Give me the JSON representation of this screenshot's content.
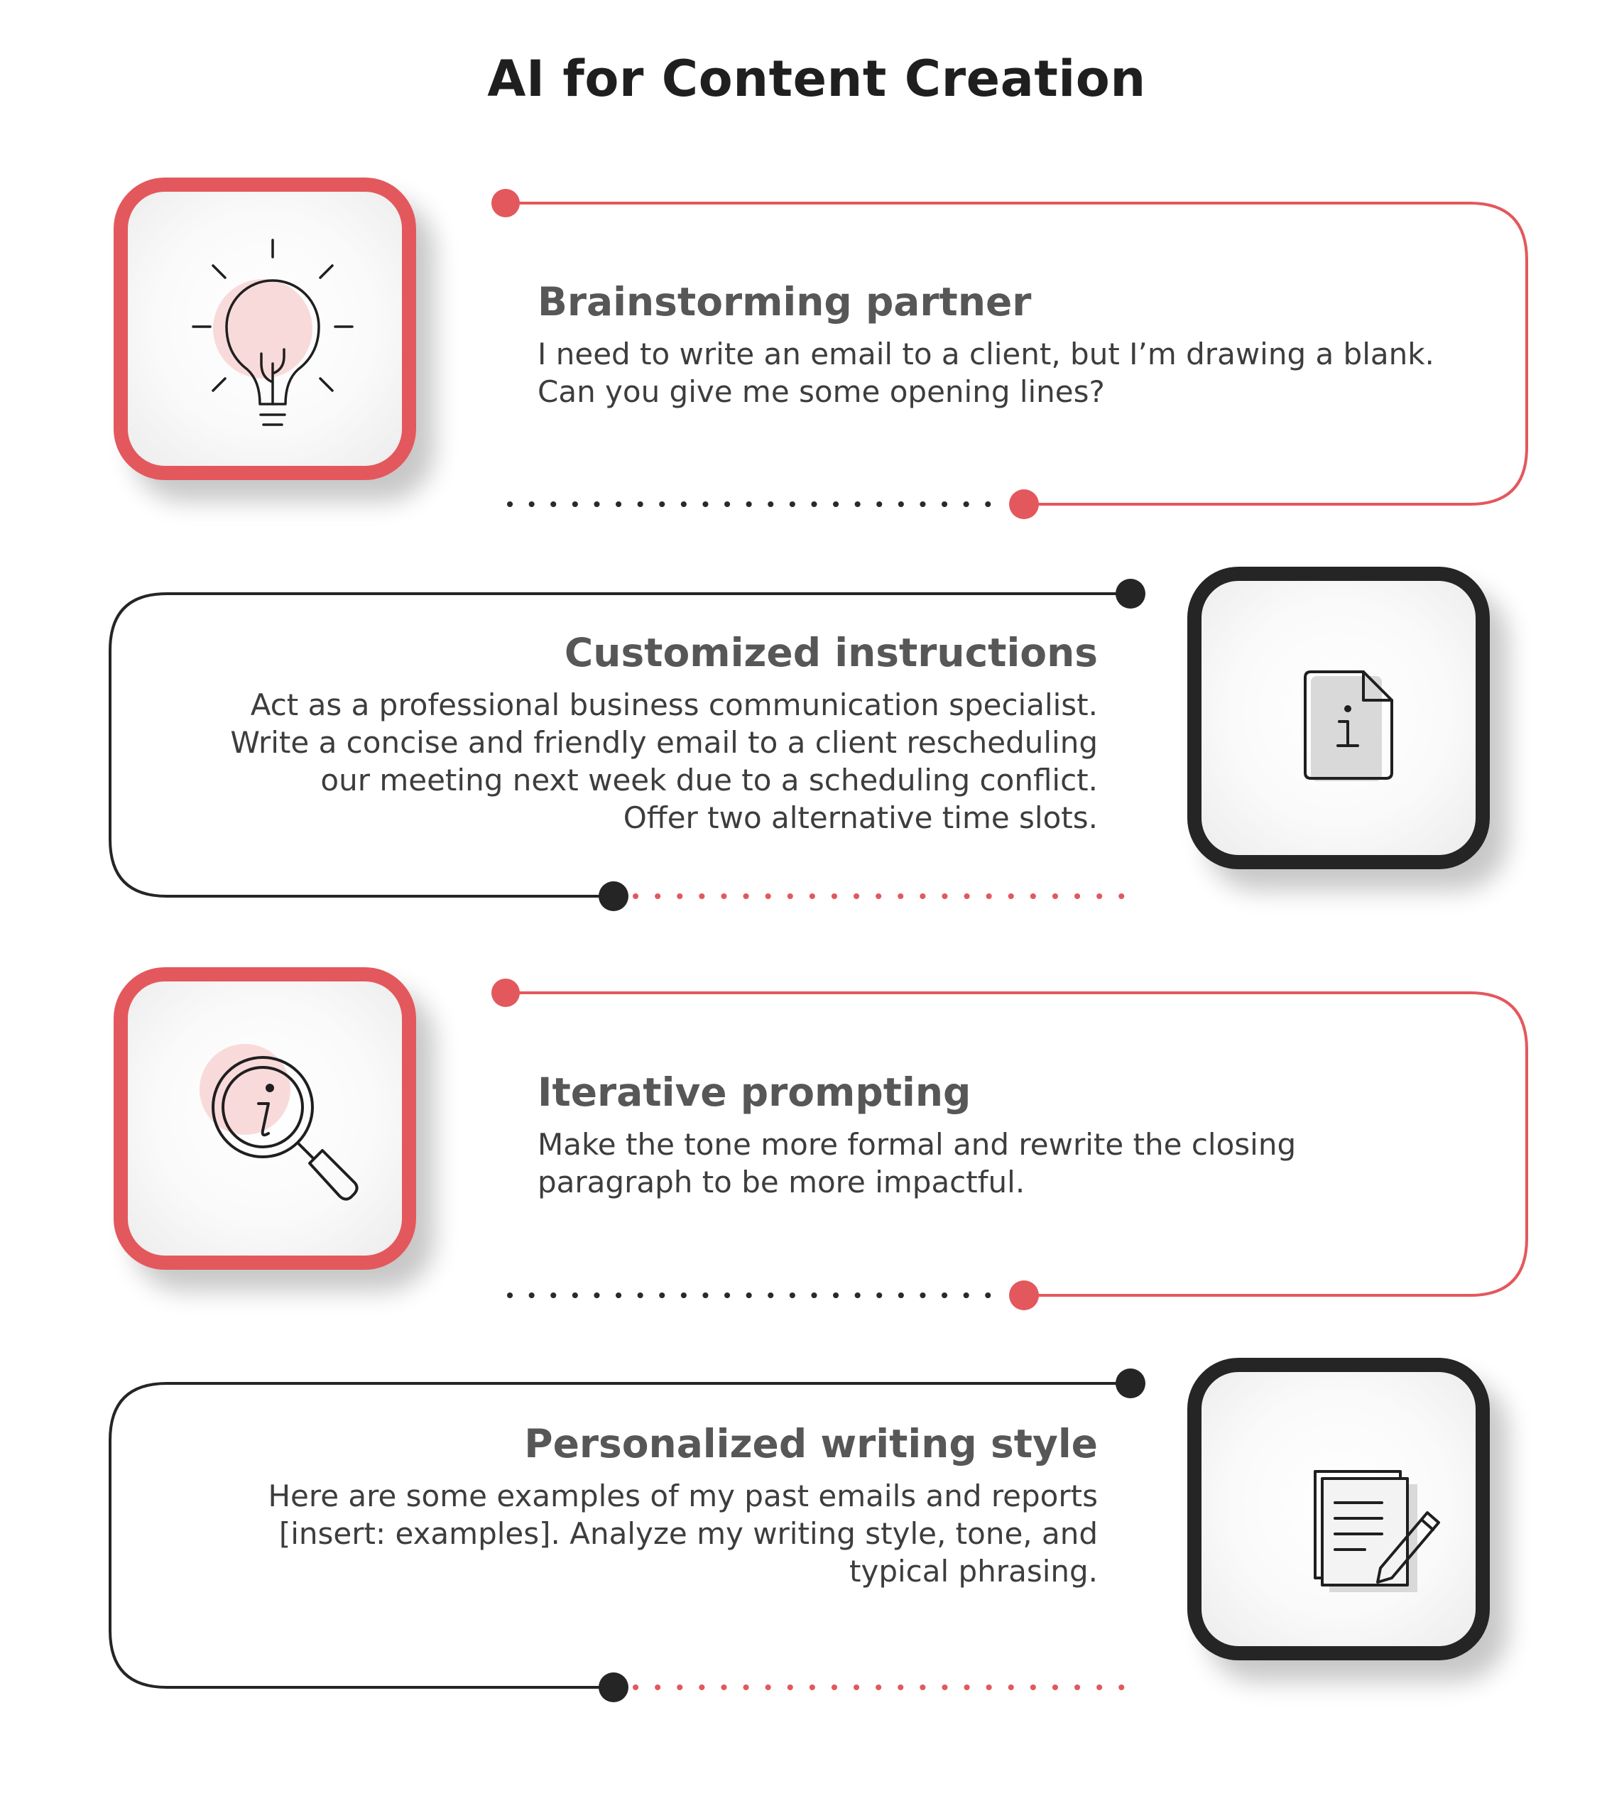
{
  "page": {
    "title": "AI for Content Creation",
    "colors": {
      "accent": "#e3585c",
      "dark": "#252525",
      "heading": "#575757",
      "body": "#3d3d3d"
    }
  },
  "cards": [
    {
      "heading": "Brainstorming partner",
      "lines": [
        "I need to write an email to a client, but I’m drawing a blank.",
        "Can you give me some opening lines?"
      ],
      "icon": "lightbulb-icon",
      "accent": "red"
    },
    {
      "heading": "Customized instructions",
      "lines": [
        "Act as a professional business communication specialist.",
        "Write a concise and friendly email to a client rescheduling",
        "our meeting next week due to a scheduling conflict.",
        "Offer two alternative time slots."
      ],
      "icon": "info-document-icon",
      "accent": "dark"
    },
    {
      "heading": "Iterative prompting",
      "lines": [
        "Make the tone more formal and rewrite the closing",
        "paragraph to be more impactful."
      ],
      "icon": "info-magnifier-icon",
      "accent": "red"
    },
    {
      "heading": "Personalized writing style",
      "lines": [
        "Here are some examples of my past emails and reports",
        "[insert: examples]. Analyze my writing style, tone, and",
        "typical phrasing."
      ],
      "icon": "documents-pen-icon",
      "accent": "dark"
    }
  ]
}
